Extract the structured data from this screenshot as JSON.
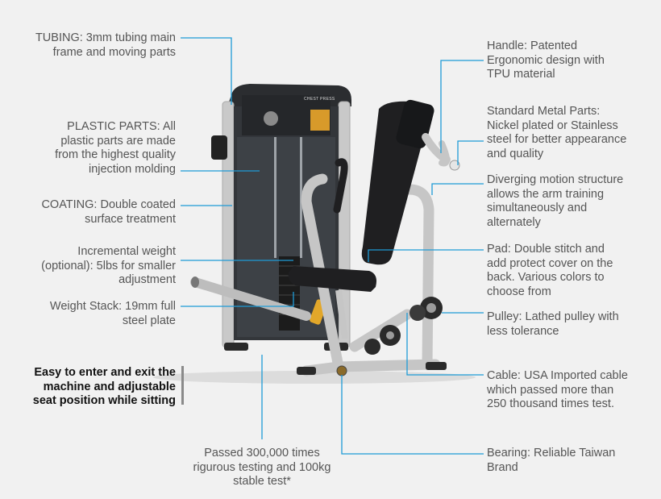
{
  "accent_color": "#1e9bd7",
  "frame_color": "#c8c8c8",
  "labels": {
    "tubing": [
      "TUBING: 3mm tubing main",
      "frame and moving parts"
    ],
    "plastic": [
      "PLASTIC PARTS: All",
      "plastic parts are made",
      "from the highest quality",
      "injection molding"
    ],
    "coating": [
      "COATING: Double coated",
      "surface treatment"
    ],
    "incremental": [
      "Incremental weight",
      "(optional): 5lbs for smaller",
      "adjustment"
    ],
    "weight_stack": [
      "Weight Stack: 19mm full",
      "steel plate"
    ],
    "easy": [
      "Easy to enter and exit the",
      "machine and adjustable",
      "seat position while sitting"
    ],
    "passed": [
      "Passed 300,000 times",
      "rigurous testing and 100kg",
      "stable test*"
    ],
    "handle": [
      "Handle: Patented",
      "Ergonomic design with",
      "TPU material"
    ],
    "metal": [
      "Standard Metal Parts:",
      "Nickel plated or Stainless",
      "steel for better appearance",
      "and quality"
    ],
    "diverging": [
      "Diverging motion structure",
      "allows the arm training",
      "simultaneously and",
      "alternately"
    ],
    "pad": [
      "Pad: Double stitch and",
      "add protect cover on the",
      "back. Various colors to",
      "choose from"
    ],
    "pulley": [
      "Pulley: Lathed pulley with",
      "less tolerance"
    ],
    "cable": [
      "Cable: USA Imported cable",
      "which passed more than",
      "250 thousand times test."
    ],
    "bearing": [
      "Bearing: Reliable Taiwan",
      "Brand"
    ]
  },
  "machine_placard": "CHEST PRESS"
}
